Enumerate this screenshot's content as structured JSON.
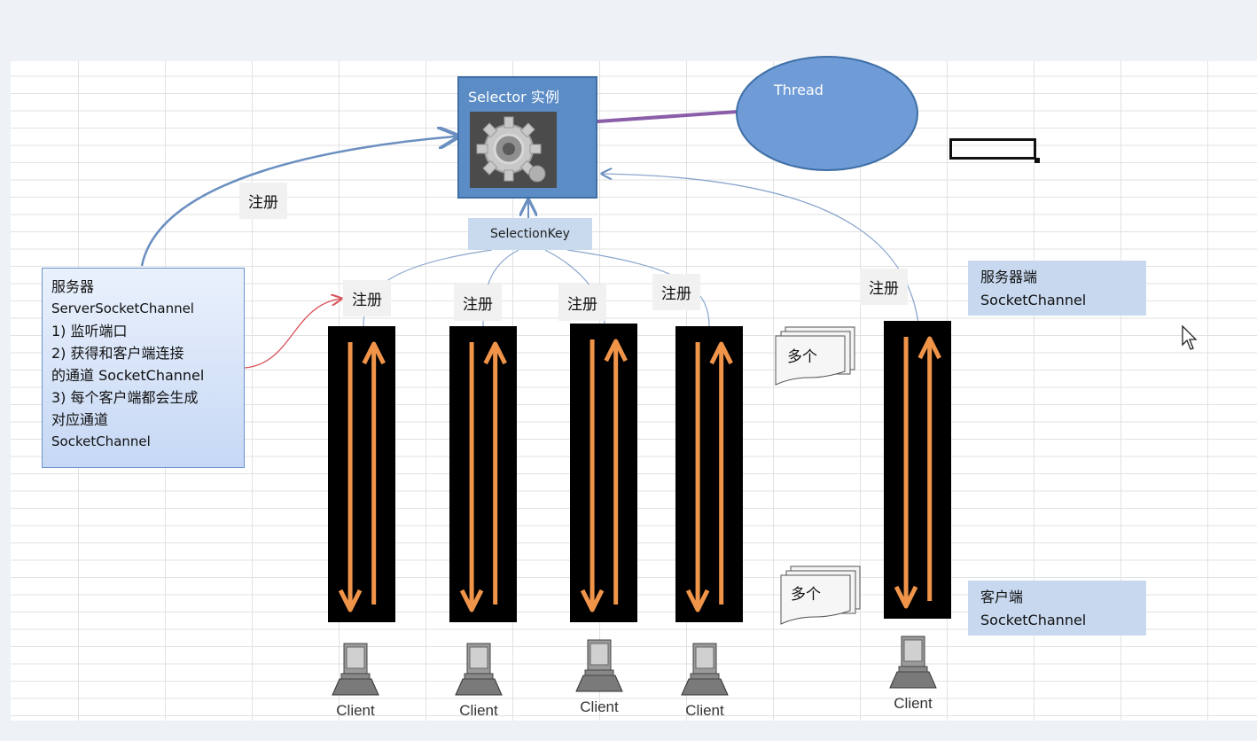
{
  "selector": {
    "title": "Selector 实例",
    "icon": "gear-icon",
    "fill": "#5b8cc6"
  },
  "thread": {
    "label": "Thread",
    "fill": "#6f9bd6"
  },
  "selection_key": "SelectionKey",
  "register_label": "注册",
  "server_box": {
    "lines": [
      "服务器",
      "ServerSocketChannel",
      "1) 监听端口",
      "2)  获得和客户端连接",
      "的通道 SocketChannel",
      "3) 每个客户端都会生成",
      "对应通道",
      "SocketChannel"
    ]
  },
  "server_side": {
    "line1": "服务器端",
    "line2": "SocketChannel"
  },
  "client_side": {
    "line1": "客户端",
    "line2": "SocketChannel"
  },
  "multiple_label": "多个",
  "client_label": "Client",
  "arrow_color": "#f0944a"
}
